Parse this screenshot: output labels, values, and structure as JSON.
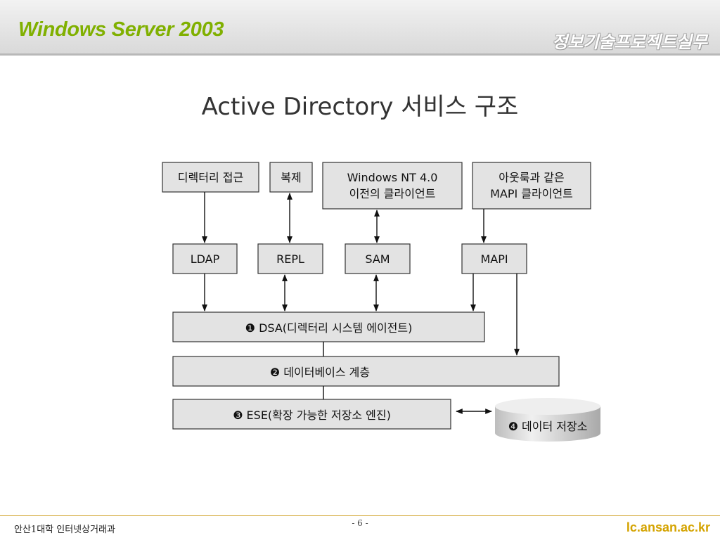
{
  "header": {
    "brand": "Windows Server 2003",
    "subject": "정보기술프로젝트실무"
  },
  "slide": {
    "title": "Active Directory 서비스 구조"
  },
  "diagram": {
    "clients": {
      "directory_access": "디렉터리 접근",
      "replication": "복제",
      "windows_nt_line1": "Windows NT 4.0",
      "windows_nt_line2": "이전의 클라이언트",
      "outlook_line1": "아웃룩과 같은",
      "outlook_line2": "MAPI 클라이언트"
    },
    "interfaces": {
      "ldap": "LDAP",
      "repl": "REPL",
      "sam": "SAM",
      "mapi": "MAPI"
    },
    "layers": {
      "dsa_marker": "❶",
      "dsa": "DSA(디렉터리 시스템 에이전트)",
      "db_marker": "❷",
      "db": "데이터베이스 계층",
      "ese_marker": "❸",
      "ese": "ESE(확장 가능한 저장소 엔진)",
      "store_marker": "❹",
      "store": "데이터 저장소"
    }
  },
  "footer": {
    "school": "안산1대학 인터넷상거래과",
    "page": "- 6 -",
    "site": "lc.ansan.ac.kr"
  }
}
